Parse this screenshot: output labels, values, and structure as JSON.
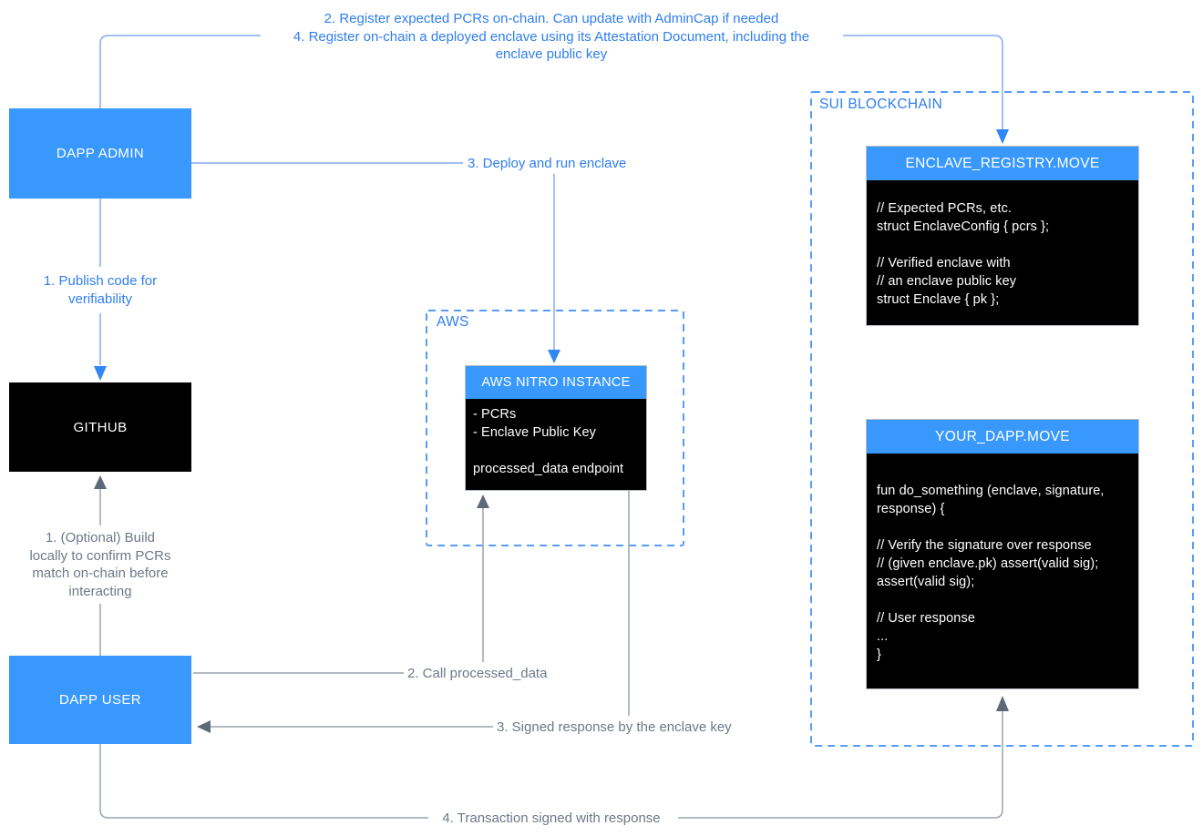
{
  "colors": {
    "box_blue": "#3898FC",
    "text_blue": "#2E7EF0",
    "line_blue": "#84ACEE",
    "arrow_blue": "#2F86F4",
    "dash_blue": "#579CF8",
    "gray_text": "#6E7887",
    "gray_line": "#9CA3AE",
    "gray_arrow": "#5E6977",
    "node_black": "#000000"
  },
  "nodes": {
    "dapp_admin": {
      "label": "DAPP ADMIN"
    },
    "github": {
      "label": "GITHUB"
    },
    "dapp_user": {
      "label": "DAPP USER"
    },
    "aws_region": {
      "label": "AWS"
    },
    "sui_region": {
      "label": "SUI BLOCKCHAIN"
    },
    "aws_nitro": {
      "title": "AWS NITRO INSTANCE",
      "body": [
        "- PCRs",
        "- Enclave Public Key",
        "",
        "processed_data endpoint"
      ]
    },
    "enclave_registry": {
      "title": "ENCLAVE_REGISTRY.MOVE",
      "body": [
        "// Expected PCRs, etc.",
        "struct EnclaveConfig { pcrs };",
        "",
        "// Verified enclave with",
        "// an enclave public key",
        "struct Enclave { pk };"
      ]
    },
    "your_dapp": {
      "title": "YOUR_DAPP.MOVE",
      "body": [
        "fun do_something (enclave, signature,",
        "response) {",
        "",
        "// Verify the signature over response",
        "// (given enclave.pk) assert(valid sig);",
        "assert(valid sig);",
        "",
        "// User response",
        "...",
        "}"
      ]
    }
  },
  "annotations": {
    "top_note": [
      "2. Register expected PCRs on-chain. Can update with AdminCap if needed",
      "4. Register on-chain a deployed enclave using its Attestation Document, including the",
      "enclave public key"
    ],
    "publish_note": [
      "1. Publish code for",
      "verifiability"
    ],
    "deploy_note": "3. Deploy and run enclave",
    "optional_note": [
      "1. (Optional) Build",
      "locally to confirm PCRs",
      "match on-chain before",
      "interacting"
    ],
    "call_note": "2. Call processed_data",
    "signed_note": "3. Signed response by the enclave key",
    "txn_note": "4. Transaction signed with response"
  }
}
